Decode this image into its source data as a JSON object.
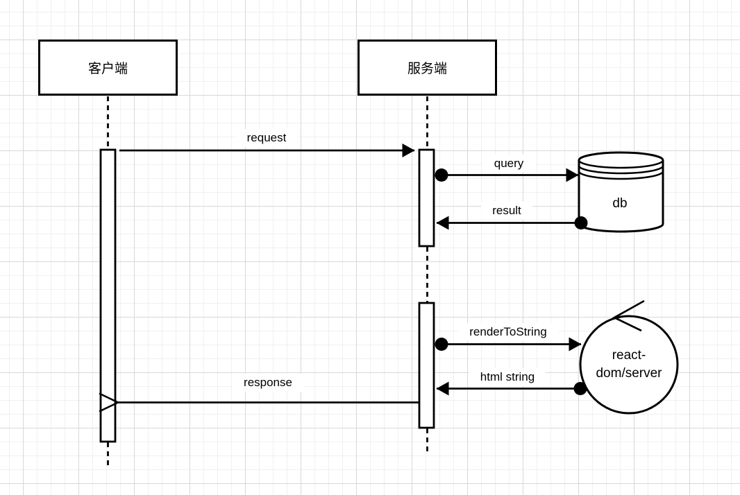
{
  "diagram": {
    "actors": [
      {
        "id": "client",
        "label": "客户端"
      },
      {
        "id": "server",
        "label": "服务端"
      }
    ],
    "nodes": {
      "db": {
        "shape": "database-cylinder",
        "label": "db"
      },
      "react": {
        "shape": "control-circle",
        "label_line1": "react-",
        "label_line2": "dom/server"
      }
    },
    "messages": {
      "request": {
        "label": "request",
        "from": "client",
        "to": "server",
        "arrowhead": "filled"
      },
      "query": {
        "label": "query",
        "from": "server",
        "to": "db",
        "arrowhead": "filled"
      },
      "result": {
        "label": "result",
        "from": "db",
        "to": "server",
        "arrowhead": "filled"
      },
      "render": {
        "label": "renderToString",
        "from": "server",
        "to": "react",
        "arrowhead": "filled"
      },
      "html": {
        "label": "html string",
        "from": "react",
        "to": "server",
        "arrowhead": "filled"
      },
      "response": {
        "label": "response",
        "from": "server",
        "to": "client",
        "arrowhead": "open"
      }
    },
    "colors": {
      "stroke": "#000000",
      "shape_fill": "#ffffff",
      "canvas_background": "#ffffff",
      "grid_minor": "#f0f0f0",
      "grid_major": "#d8d8d8"
    }
  }
}
